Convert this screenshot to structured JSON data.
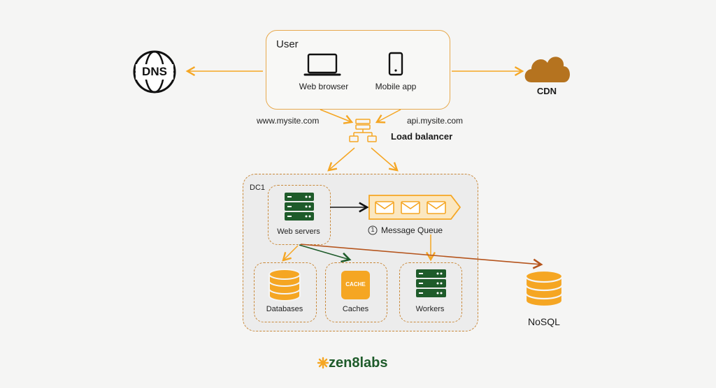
{
  "user": {
    "title": "User",
    "web_browser": "Web browser",
    "mobile_app": "Mobile app"
  },
  "dns": {
    "label": "DNS"
  },
  "cdn": {
    "label": "CDN"
  },
  "domains": {
    "www": "www.mysite.com",
    "api": "api.mysite.com"
  },
  "load_balancer": {
    "label": "Load balancer"
  },
  "dc": {
    "label": "DC1",
    "web_servers": "Web servers",
    "message_queue": "Message Queue",
    "message_queue_index": "1",
    "databases": "Databases",
    "caches": "Caches",
    "cache_icon_text": "CACHE",
    "workers": "Workers"
  },
  "nosql": {
    "label": "NoSQL"
  },
  "brand": {
    "logo_text": "zen8labs"
  },
  "colors": {
    "orange": "#f5a623",
    "dark_orange": "#c9893a",
    "green": "#1e5b2a",
    "brown_arrow": "#b5541c",
    "cloud": "#b5731f"
  }
}
